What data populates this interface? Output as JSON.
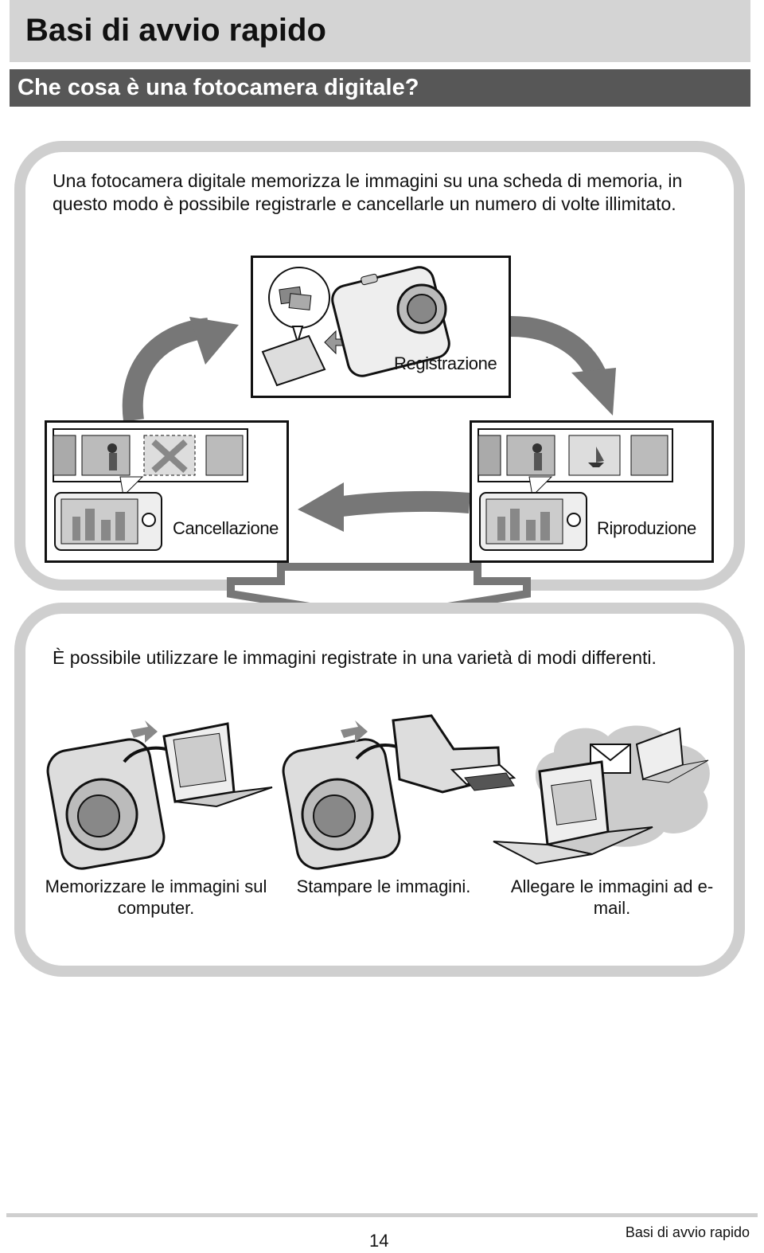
{
  "header": {
    "title": "Basi di avvio rapido",
    "subtitle": "Che cosa è una fotocamera digitale?"
  },
  "intro_text": "Una fotocamera digitale memorizza le immagini su una scheda di memoria, in questo modo è possibile registrarle e cancellarle un numero di volte illimitato.",
  "cycle": {
    "recording_label": "Registrazione",
    "deletion_label": "Cancellazione",
    "playback_label": "Riproduzione"
  },
  "uses": {
    "statement": "È possibile utilizzare le immagini registrate in una varietà di modi differenti.",
    "items": [
      {
        "caption": "Memorizzare le immagini sul computer.",
        "icon": "camera-to-computer-icon"
      },
      {
        "caption": "Stampare le immagini.",
        "icon": "camera-to-printer-icon"
      },
      {
        "caption": "Allegare le immagini ad e-mail.",
        "icon": "email-attachment-icon"
      }
    ]
  },
  "footer": {
    "page_number": "14",
    "section": "Basi di avvio rapido"
  }
}
